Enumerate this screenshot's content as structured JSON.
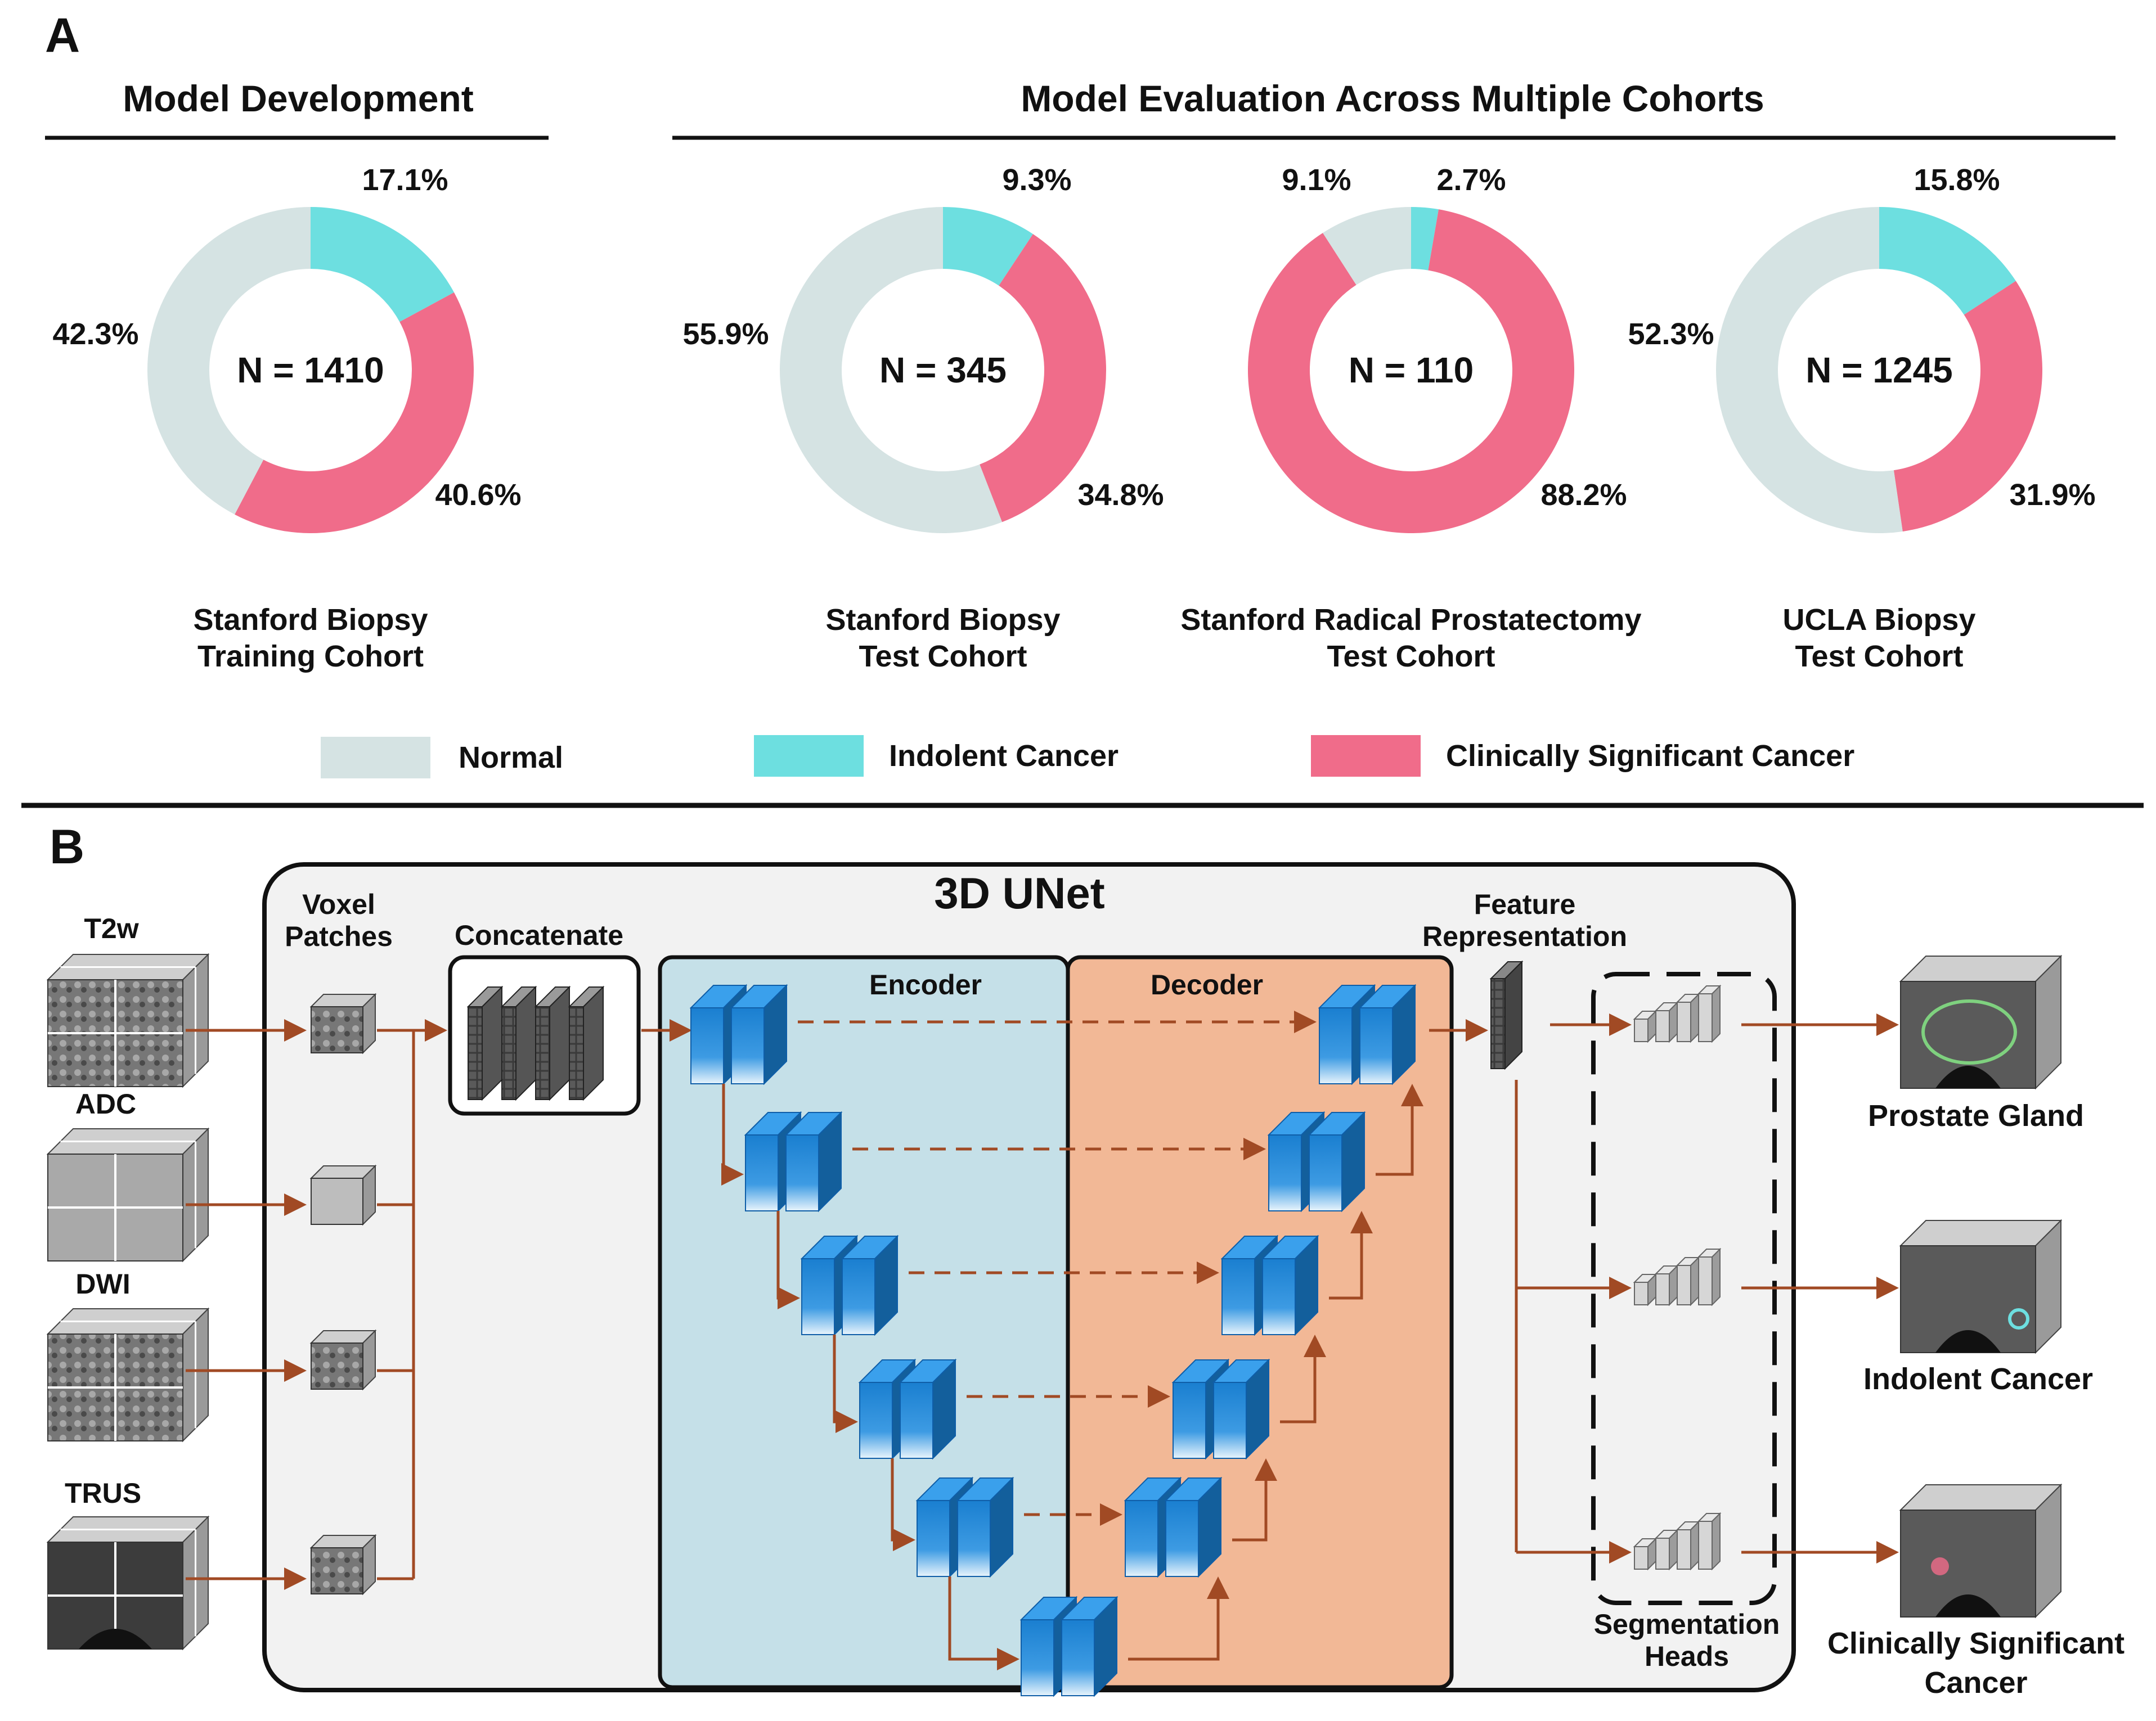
{
  "panel_a": {
    "letter": "A",
    "dev_title": "Model Development",
    "eval_title": "Model Evaluation Across Multiple Cohorts",
    "colors": {
      "normal": "#d5e3e3",
      "indolent": "#6ddfe0",
      "significant": "#f06c8a"
    },
    "legend": {
      "normal": "Normal",
      "indolent": "Indolent Cancer",
      "significant": "Clinically Significant Cancer"
    },
    "cohorts": [
      {
        "n_label": "N = 1410",
        "name_line1": "Stanford Biopsy",
        "name_line2": "Training Cohort",
        "indolent": 17.1,
        "significant": 40.6,
        "normal": 42.3,
        "indolent_label": "17.1%",
        "significant_label": "40.6%",
        "normal_label": "42.3%"
      },
      {
        "n_label": "N = 345",
        "name_line1": "Stanford Biopsy",
        "name_line2": "Test Cohort",
        "indolent": 9.3,
        "significant": 34.8,
        "normal": 55.9,
        "indolent_label": "9.3%",
        "significant_label": "34.8%",
        "normal_label": "55.9%"
      },
      {
        "n_label": "N = 110",
        "name_line1": "Stanford Radical Prostatectomy",
        "name_line2": "Test Cohort",
        "indolent": 2.7,
        "significant": 88.2,
        "normal": 9.1,
        "indolent_label": "2.7%",
        "significant_label": "88.2%",
        "normal_label": "9.1%"
      },
      {
        "n_label": "N = 1245",
        "name_line1": "UCLA Biopsy",
        "name_line2": "Test Cohort",
        "indolent": 15.8,
        "significant": 31.9,
        "normal": 52.3,
        "indolent_label": "15.8%",
        "significant_label": "31.9%",
        "normal_label": "52.3%"
      }
    ]
  },
  "panel_b": {
    "letter": "B",
    "unet_title": "3D UNet",
    "inputs": [
      "T2w",
      "ADC",
      "DWI",
      "TRUS"
    ],
    "voxel_line1": "Voxel",
    "voxel_line2": "Patches",
    "concatenate": "Concatenate",
    "encoder": "Encoder",
    "decoder": "Decoder",
    "feature_line1": "Feature",
    "feature_line2": "Representation",
    "heads_line1": "Segmentation",
    "heads_line2": "Heads",
    "outputs": {
      "prostate": "Prostate Gland",
      "indolent": "Indolent Cancer",
      "significant_line1": "Clinically Significant",
      "significant_line2": "Cancer"
    },
    "colors": {
      "encoder_bg": "#c5e0e8",
      "decoder_bg": "#f2b896",
      "unet_bg": "#f2f2f2",
      "arrow": "#a14a24",
      "block": "#1f84d4"
    }
  }
}
